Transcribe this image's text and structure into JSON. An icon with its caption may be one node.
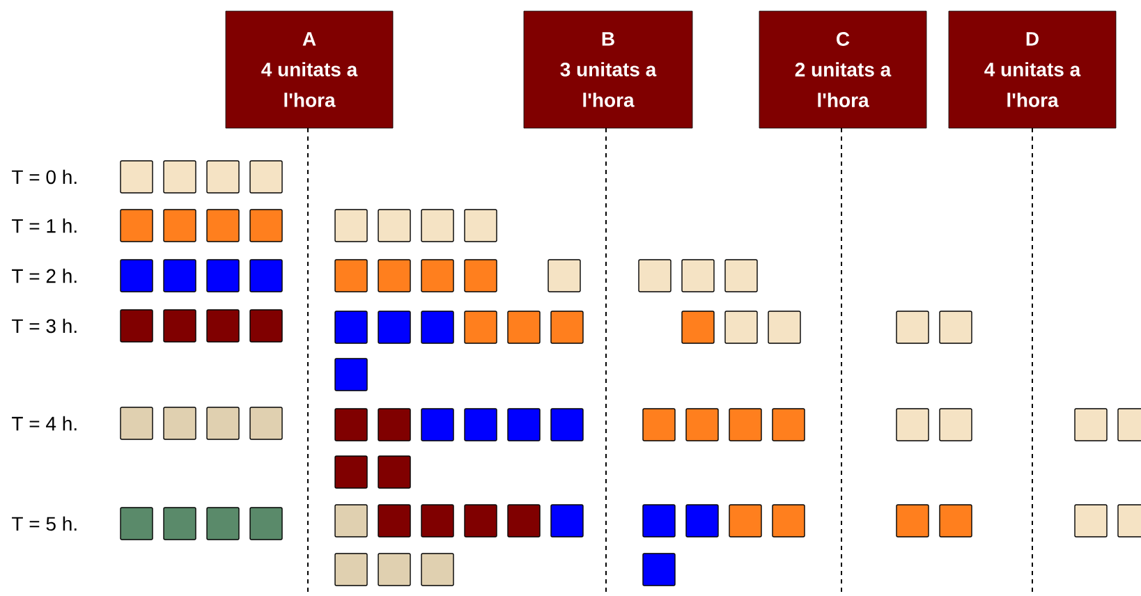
{
  "diagram": {
    "nodes": [
      {
        "text": [
          "A",
          "4 unitats a l'hora"
        ]
      },
      {
        "text": [
          "B",
          "3 unitats a l'hora"
        ]
      },
      {
        "text": [
          "C",
          "2 unitats a l'hora"
        ]
      },
      {
        "text": [
          "D",
          "4 unitats a l'hora"
        ]
      }
    ],
    "labels": [
      "T = 0 h.",
      "T = 1 h.",
      "T = 2 h.",
      "T = 3 h.",
      "T = 4 h.",
      "T = 5 h."
    ]
  }
}
